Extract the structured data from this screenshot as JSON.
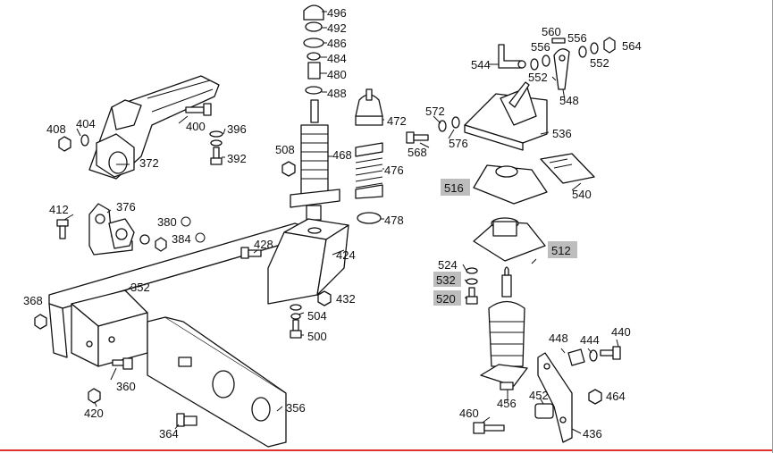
{
  "parts": {
    "p496": "496",
    "p492": "492",
    "p486": "486",
    "p484": "484",
    "p480": "480",
    "p488": "488",
    "p472": "472",
    "p468": "468",
    "p476": "476",
    "p478": "478",
    "p508": "508",
    "p560": "560",
    "p556a": "556",
    "p556b": "556",
    "p564": "564",
    "p544": "544",
    "p552a": "552",
    "p552b": "552",
    "p548": "548",
    "p572": "572",
    "p568": "568",
    "p576": "576",
    "p536": "536",
    "p516": "516",
    "p540": "540",
    "p512": "512",
    "p524": "524",
    "p532": "532",
    "p520": "520",
    "p408": "408",
    "p404": "404",
    "p400": "400",
    "p396": "396",
    "p392": "392",
    "p372": "372",
    "p412": "412",
    "p376": "376",
    "p380": "380",
    "p384": "384",
    "p428": "428",
    "p424": "424",
    "p432": "432",
    "p504": "504",
    "p500": "500",
    "p368": "368",
    "p352": "352",
    "p360": "360",
    "p420": "420",
    "p356": "356",
    "p364": "364",
    "p448": "448",
    "p444": "444",
    "p440": "440",
    "p464": "464",
    "p452": "452",
    "p456": "456",
    "p460": "460",
    "p436": "436"
  }
}
